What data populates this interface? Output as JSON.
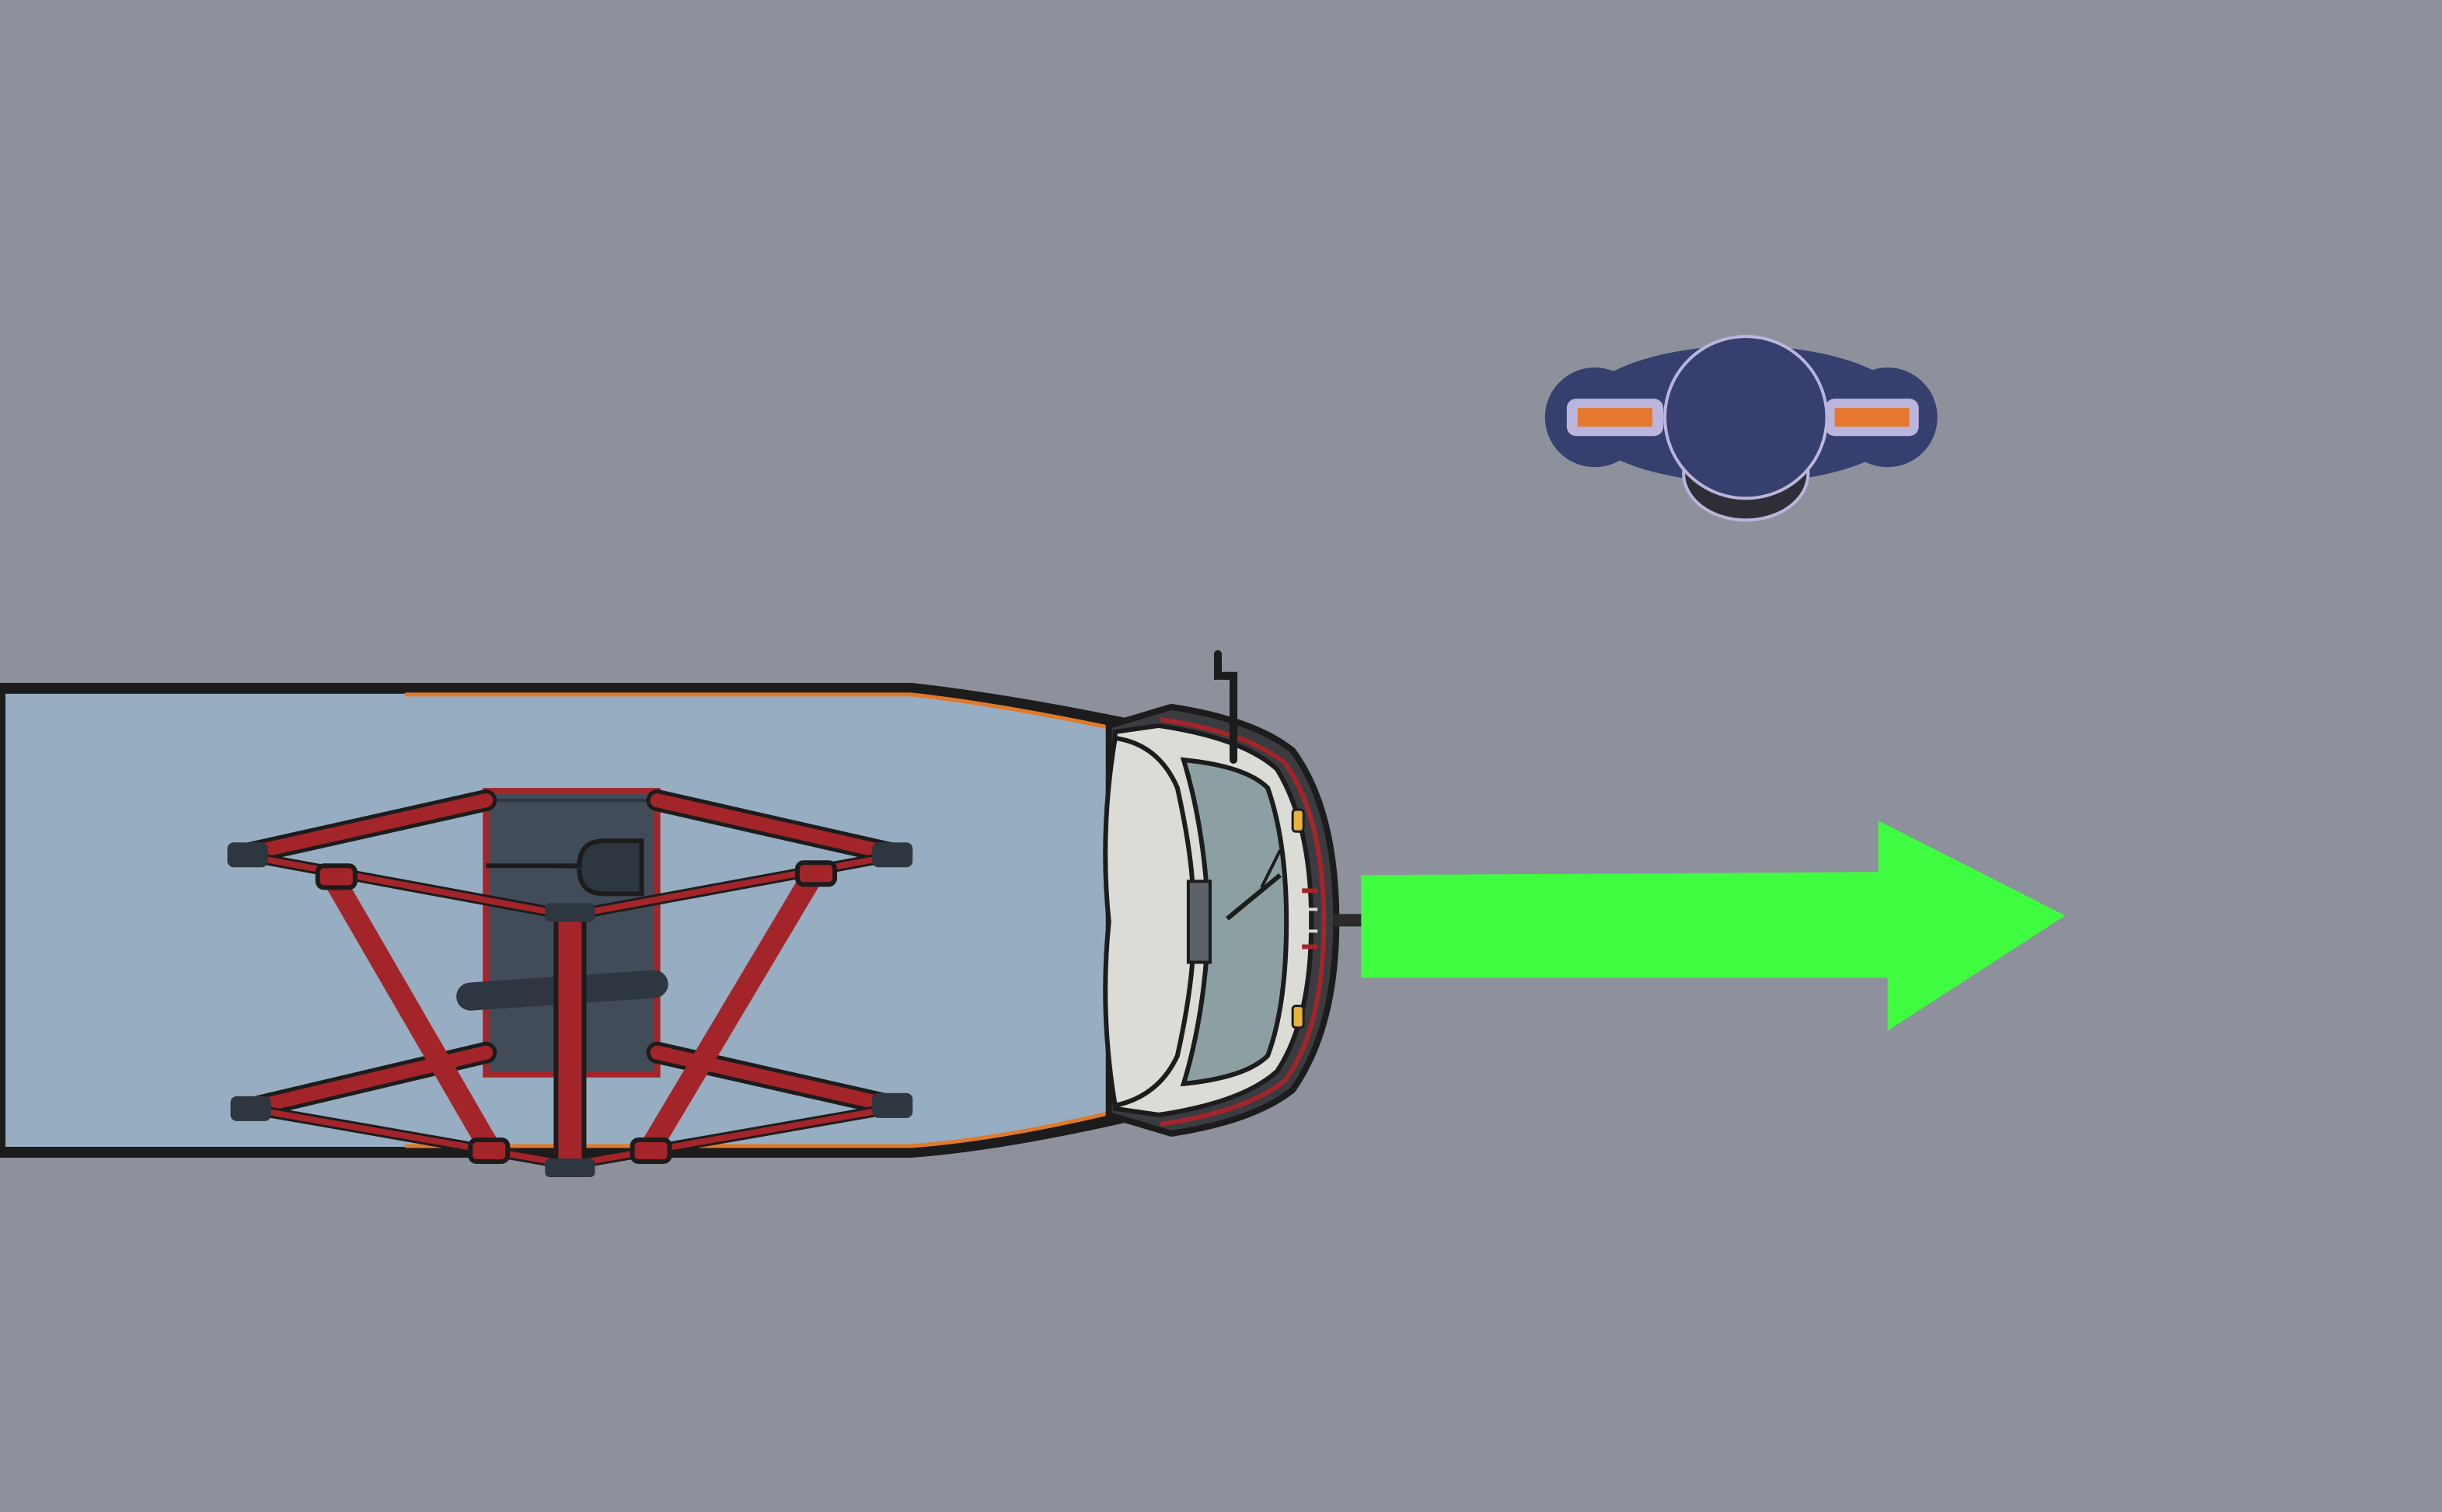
{
  "scene": {
    "background_color": "#8c919b",
    "objects": [
      {
        "type": "tram",
        "color": "#97adc2",
        "pantograph_color": "#a3252a"
      },
      {
        "type": "pedestrian",
        "color": "#363f6e",
        "accent_color": "#e5772f"
      },
      {
        "type": "direction-arrow",
        "direction": "right",
        "color": "#40fc40"
      }
    ]
  }
}
